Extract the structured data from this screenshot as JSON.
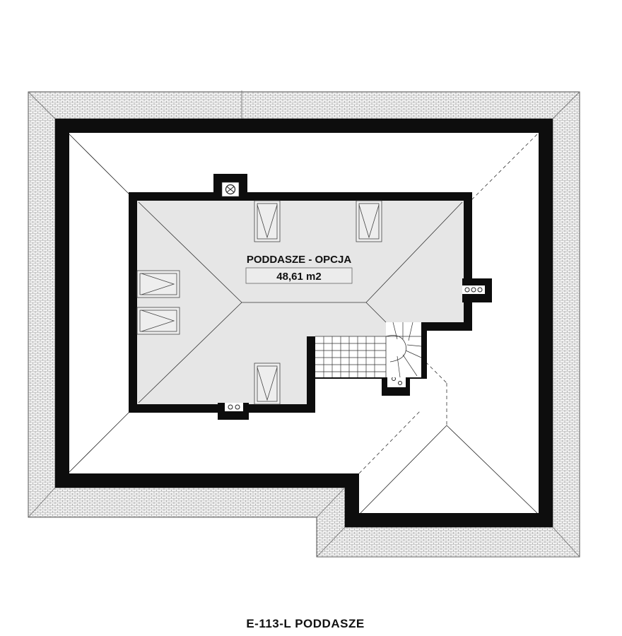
{
  "room": {
    "name": "PODDASZE - OPCJA",
    "area": "48,61 m2"
  },
  "caption": "E-113-L PODDASZE",
  "colors": {
    "wall": "#0d0d0d",
    "room_fill": "#e6e6e6",
    "eave_line": "#6b6b6b",
    "background": "#ffffff"
  }
}
